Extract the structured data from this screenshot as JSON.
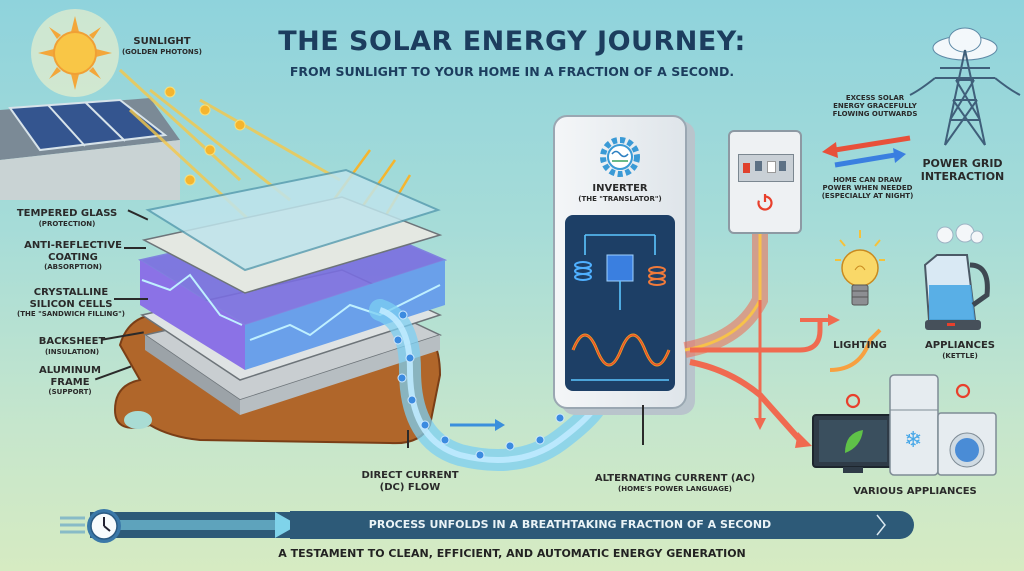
{
  "header": {
    "title": "THE SOLAR ENERGY JOURNEY:",
    "subtitle": "FROM SUNLIGHT TO YOUR HOME IN A FRACTION OF A SECOND."
  },
  "sunlight": {
    "label": "SUNLIGHT",
    "sub": "(GOLDEN PHOTONS)"
  },
  "panel_layers": [
    {
      "label": "TEMPERED GLASS",
      "sub": "(PROTECTION)"
    },
    {
      "label": "ANTI-REFLECTIVE COATING",
      "sub": "(ABSORPTION)"
    },
    {
      "label": "CRYSTALLINE SILICON CELLS",
      "sub": "(THE \"SANDWICH FILLING\")"
    },
    {
      "label": "BACKSHEET",
      "sub": "(INSULATION)"
    },
    {
      "label": "ALUMINUM FRAME",
      "sub": "(SUPPORT)"
    }
  ],
  "inverter": {
    "label": "INVERTER",
    "sub": "(THE \"TRANSLATOR\")"
  },
  "dc_flow": {
    "label": "DIRECT CURRENT",
    "label2": "(DC) FLOW"
  },
  "ac_flow": {
    "label": "ALTERNATING CURRENT (AC)",
    "sub": "(HOME'S POWER LANGUAGE)"
  },
  "grid": {
    "title_line1": "POWER GRID",
    "title_line2": "INTERACTION",
    "export_line1": "EXCESS SOLAR",
    "export_line2": "ENERGY GRACEFULLY",
    "export_line3": "FLOWING OUTWARDS",
    "import_line1": "HOME CAN DRAW",
    "import_line2": "POWER WHEN NEEDED",
    "import_line3": "(ESPECIALLY AT NIGHT)"
  },
  "loads": {
    "lighting": "LIGHTING",
    "appliances": "APPLIANCES",
    "appliances_sub": "(KETTLE)",
    "various": "VARIOUS APPLIANCES"
  },
  "footer": {
    "bar_text": "PROCESS UNFOLDS IN A BREATHTAKING FRACTION OF A SECOND",
    "tagline": "A TESTAMENT TO CLEAN, EFFICIENT, AND AUTOMATIC ENERGY GENERATION"
  },
  "colors": {
    "title": "#1c3d5e",
    "bar": "#2d5a78",
    "dc_blue": "#4aa8e8",
    "ac_red": "#e8503a",
    "photon_gold": "#f5b52e"
  }
}
